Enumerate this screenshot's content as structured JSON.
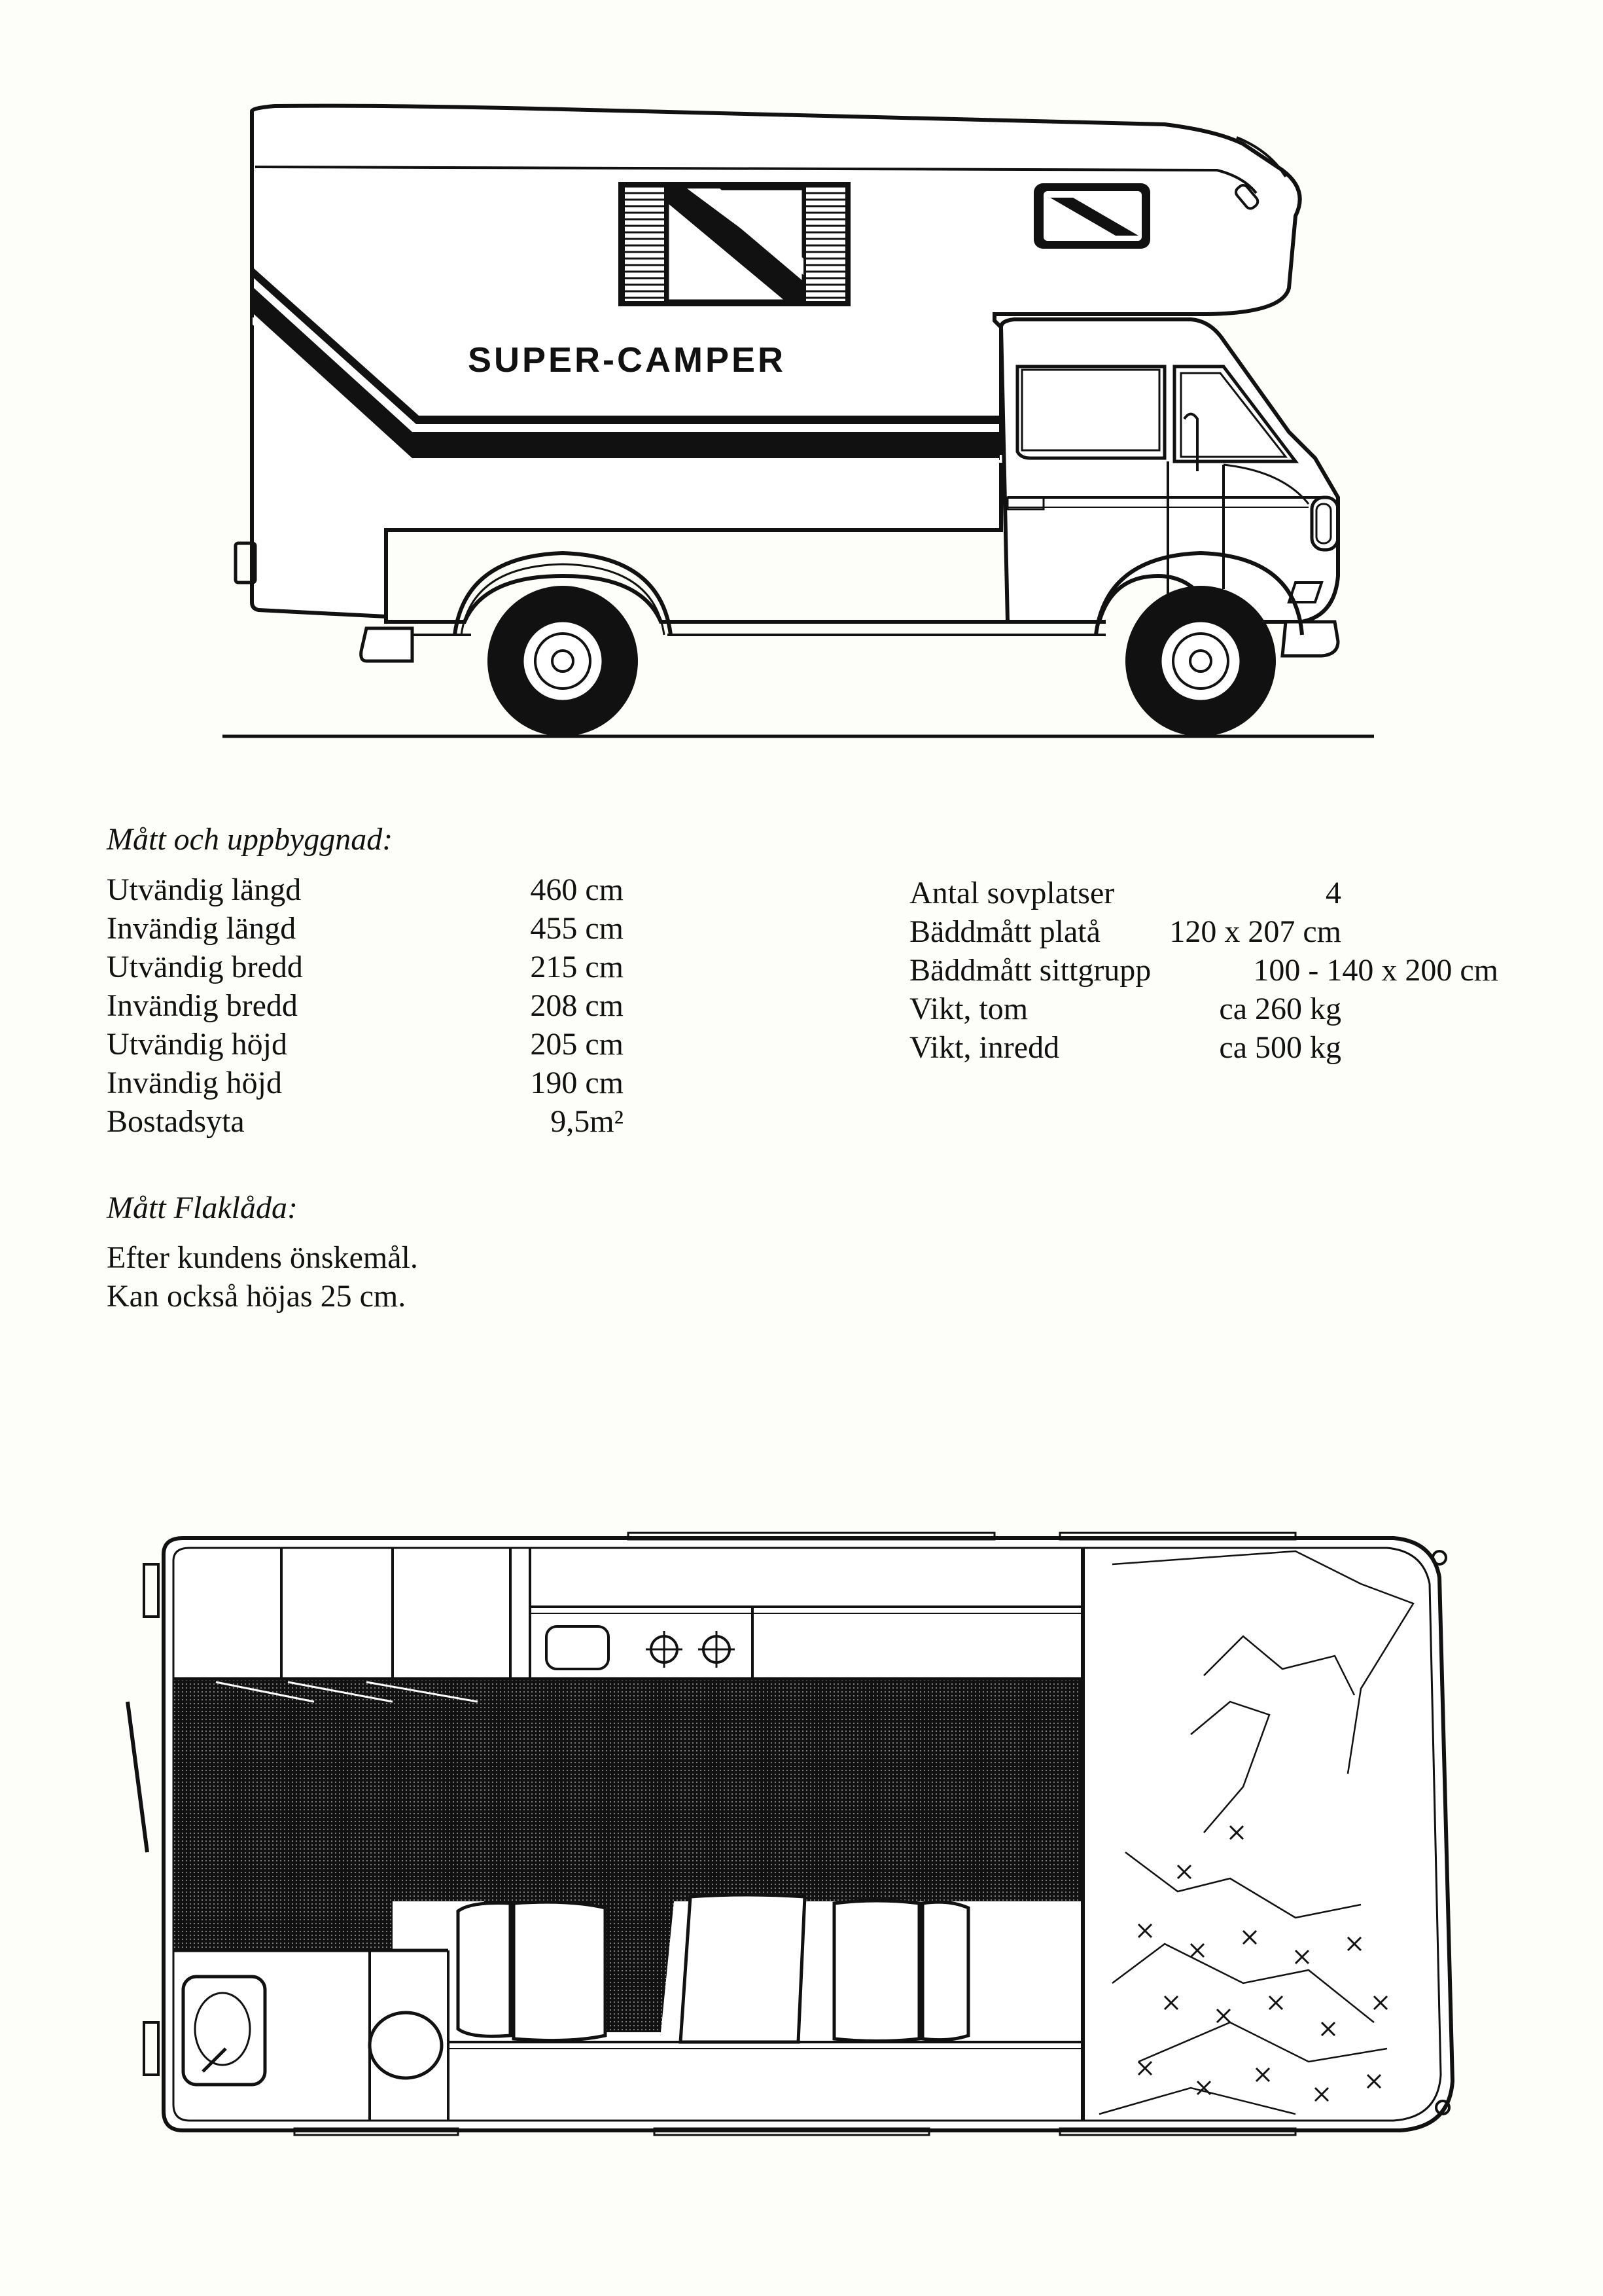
{
  "vehicle_label": "SUPER-CAMPER",
  "section_dimensions": {
    "heading": "Mått och uppbyggnad:",
    "rows": [
      {
        "label": "Utvändig längd",
        "value": "460 cm"
      },
      {
        "label": "Invändig längd",
        "value": "455 cm"
      },
      {
        "label": "Utvändig bredd",
        "value": "215 cm"
      },
      {
        "label": "Invändig bredd",
        "value": "208 cm"
      },
      {
        "label": "Utvändig höjd",
        "value": "205 cm"
      },
      {
        "label": "Invändig höjd",
        "value": "190 cm"
      },
      {
        "label": "Bostadsyta",
        "value": "9,5m²"
      }
    ]
  },
  "section_specs": {
    "rows": [
      {
        "label": "Antal sovplatser",
        "value": "4"
      },
      {
        "label": "Bäddmått platå",
        "value": "120 x 207 cm"
      },
      {
        "label": "Bäddmått sittgrupp",
        "value": "100 - 140 x 200 cm"
      },
      {
        "label": "Vikt, tom",
        "value": "ca 260 kg"
      },
      {
        "label": "Vikt, inredd",
        "value": "ca 500 kg"
      }
    ]
  },
  "section_flatbed": {
    "heading": "Mått Flaklåda:",
    "lines": [
      "Efter kundens önskemål.",
      "Kan också höjas 25 cm."
    ]
  }
}
